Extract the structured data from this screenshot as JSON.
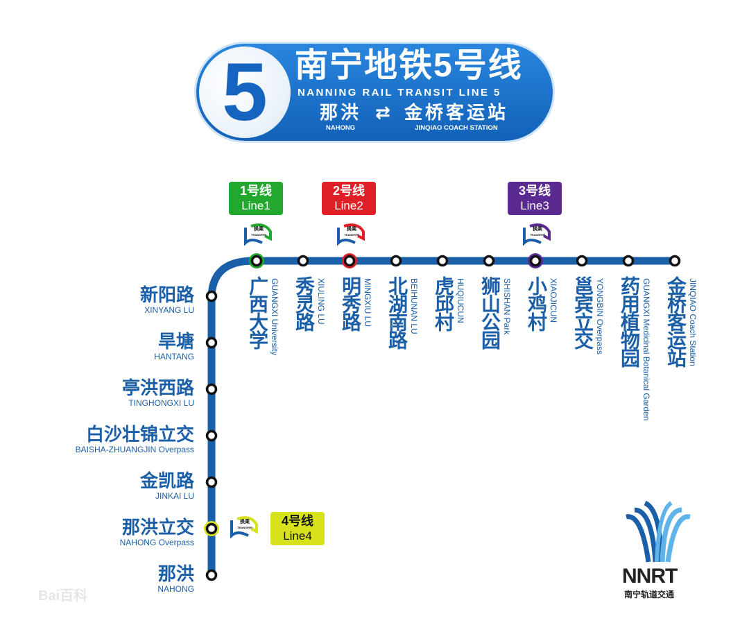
{
  "header": {
    "line_number": "5",
    "title_cn": "南宁地铁5号线",
    "title_en": "NANNING RAIL TRANSIT LINE 5",
    "from_cn": "那洪",
    "from_en": "NAHONG",
    "direction_symbol": "⇄",
    "to_cn": "金桥客运站",
    "to_en": "JINQIAO COACH STATION"
  },
  "colors": {
    "line5": "#1a5fa8",
    "line1": "#22a82f",
    "line2": "#e02027",
    "line3": "#5b2a91",
    "line4": "#d7e21c"
  },
  "transfer_icon": {
    "cn": "换乘",
    "en": "TRANSFER"
  },
  "vertical_stations": [
    {
      "cn": "那洪",
      "en": "NAHONG"
    },
    {
      "cn": "那洪立交",
      "en": "NAHONG Overpass",
      "transfer": "line4"
    },
    {
      "cn": "金凯路",
      "en": "JINKAI LU"
    },
    {
      "cn": "白沙壮锦立交",
      "en": "BAISHA-ZHUANGJIN Overpass"
    },
    {
      "cn": "亭洪西路",
      "en": "TINGHONGXI LU"
    },
    {
      "cn": "旱塘",
      "en": "HANTANG"
    },
    {
      "cn": "新阳路",
      "en": "XINYANG LU"
    }
  ],
  "horizontal_stations": [
    {
      "cn": "广西大学",
      "en": "GUANGXI University",
      "transfer": "line1"
    },
    {
      "cn": "秀灵路",
      "en": "XIULING LU"
    },
    {
      "cn": "明秀路",
      "en": "MINGXIU LU",
      "transfer": "line2"
    },
    {
      "cn": "北湖南路",
      "en": "BEIHUNAN LU"
    },
    {
      "cn": "虎邱村",
      "en": "HUQIUCUN"
    },
    {
      "cn": "狮山公园",
      "en": "SHISHAN Park"
    },
    {
      "cn": "小鸡村",
      "en": "XIAOJICUN",
      "transfer": "line3"
    },
    {
      "cn": "邕宾立交",
      "en": "YONGBIN Overpass"
    },
    {
      "cn": "药用植物园",
      "en": "GUANGXI Medicinal Botanical Garden"
    },
    {
      "cn": "金桥客运站",
      "en": "JINQIAO Coach Station"
    }
  ],
  "transfer_lines": {
    "line1": {
      "cn": "1号线",
      "en": "Line1"
    },
    "line2": {
      "cn": "2号线",
      "en": "Line2"
    },
    "line3": {
      "cn": "3号线",
      "en": "Line3"
    },
    "line4": {
      "cn": "4号线",
      "en": "Line4"
    }
  },
  "logo": {
    "text": "NNRT",
    "cn": "南宁轨道交通"
  },
  "watermark": "Bai百科"
}
